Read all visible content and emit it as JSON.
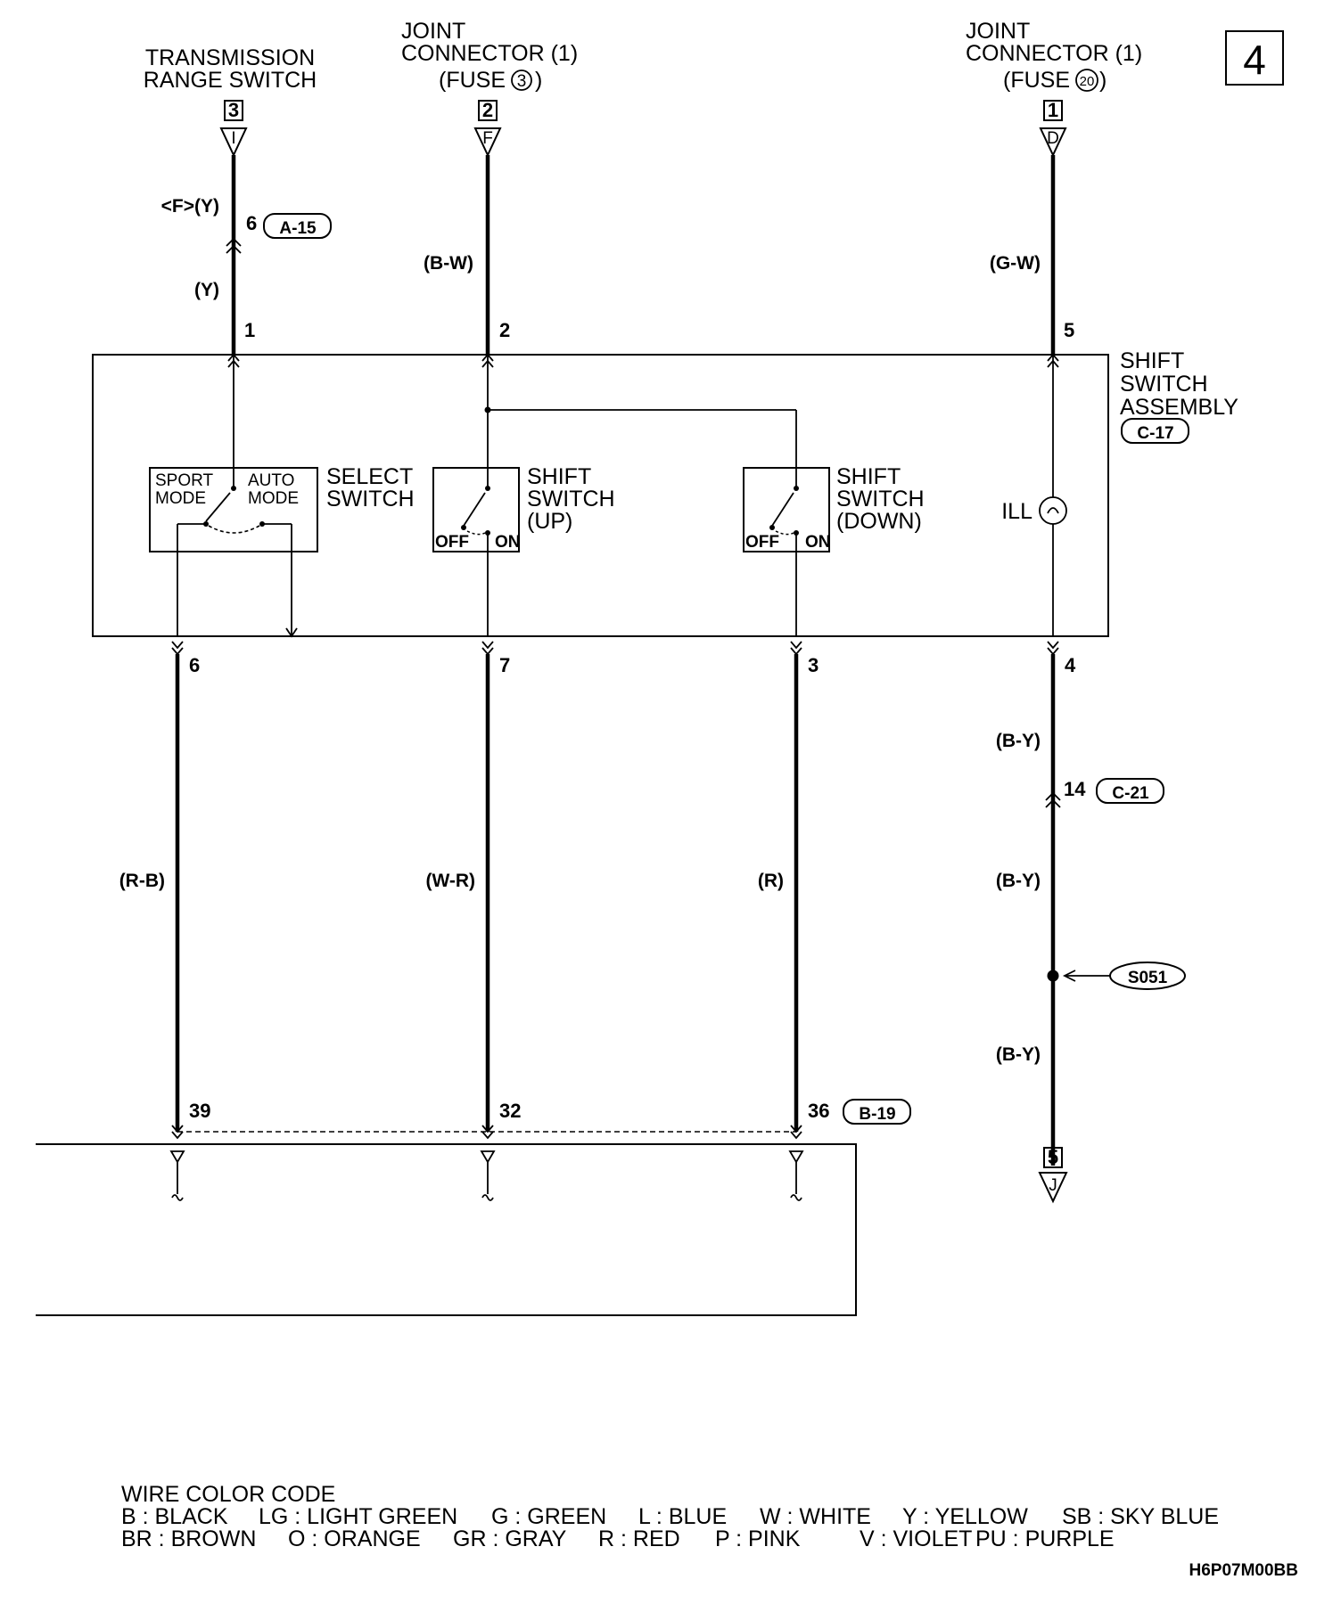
{
  "page_number": "4",
  "top_connectors": [
    {
      "id": "trs",
      "line1": "",
      "line2": "TRANSMISSION",
      "line3": "RANGE SWITCH",
      "box_num": "3",
      "letter": "I"
    },
    {
      "id": "jc1",
      "line1": "JOINT",
      "line2": "CONNECTOR (1)",
      "line3": "(FUSE",
      "fuse": "3",
      "box_num": "2",
      "letter": "F"
    },
    {
      "id": "jc2",
      "line1": "JOINT",
      "line2": "CONNECTOR (1)",
      "line3": "(FUSE",
      "fuse": "20",
      "box_num": "1",
      "letter": "D"
    }
  ],
  "fuse_close": ")",
  "wire_colors": {
    "trs_top": "<F>(Y)",
    "trs_bottom": "(Y)",
    "up_top": "(B-W)",
    "ill_top": "(G-W)",
    "select_bottom": "(R-B)",
    "up_bottom": "(W-R)",
    "down_bottom": "(R)",
    "ill_bottom_1": "(B-Y)",
    "ill_bottom_2": "(B-Y)",
    "ill_bottom_3": "(B-Y)"
  },
  "pins": {
    "a15_pin": "6",
    "a15": "A-15",
    "top_1": "1",
    "top_2": "2",
    "top_5": "5",
    "bot_6": "6",
    "bot_7": "7",
    "bot_3": "3",
    "bot_4": "4",
    "c21_pin": "14",
    "c21": "C-21",
    "ecu_39": "39",
    "ecu_32": "32",
    "ecu_36": "36",
    "b19": "B-19"
  },
  "assembly": {
    "line1": "SHIFT",
    "line2": "SWITCH",
    "line3": "ASSEMBLY",
    "connector": "C-17"
  },
  "select_switch": {
    "title1": "SELECT",
    "title2": "SWITCH",
    "sport1": "SPORT",
    "sport2": "MODE",
    "auto1": "AUTO",
    "auto2": "MODE"
  },
  "shift_up": {
    "title1": "SHIFT",
    "title2": "SWITCH",
    "title3": "(UP)",
    "off": "OFF",
    "on": "ON"
  },
  "shift_down": {
    "title1": "SHIFT",
    "title2": "SWITCH",
    "title3": "(DOWN)",
    "off": "OFF",
    "on": "ON"
  },
  "ill_label": "ILL",
  "splice": "S051",
  "bottom_connector": {
    "box_num": "5",
    "letter": "J"
  },
  "legend": {
    "title": "WIRE COLOR CODE",
    "row1": [
      "B : BLACK",
      "LG : LIGHT GREEN",
      "G : GREEN",
      "L : BLUE",
      "W : WHITE",
      "Y : YELLOW",
      "SB : SKY BLUE"
    ],
    "row2": [
      "BR : BROWN",
      "O : ORANGE",
      "GR : GRAY",
      "R : RED",
      "P : PINK",
      "V : VIOLET",
      "PU : PURPLE"
    ]
  },
  "figure_code": "H6P07M00BB"
}
